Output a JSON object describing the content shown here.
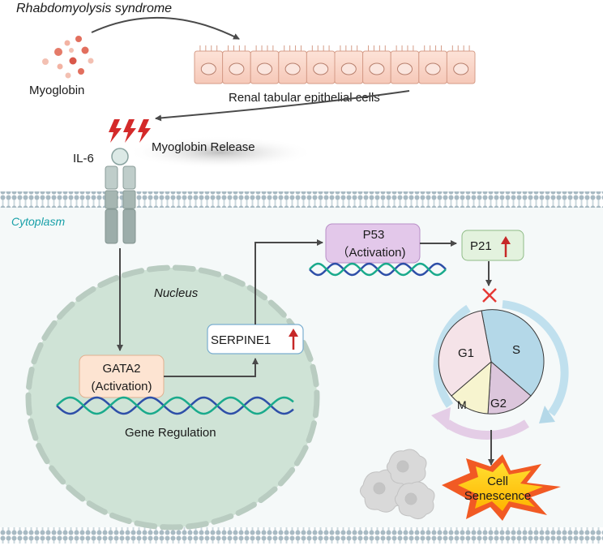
{
  "title": "Rhabdomyolysis syndrome",
  "labels": {
    "myoglobin": "Myoglobin",
    "renal_cells": "Renal tabular epithelial cells",
    "il6": "IL-6",
    "myoglobin_release": "Myoglobin Release",
    "cytoplasm": "Cytoplasm",
    "nucleus": "Nucleus",
    "gata2_line1": "GATA2",
    "gata2_line2": "(Activation)",
    "serpine1": "SERPINE1",
    "p53_line1": "P53",
    "p53_line2": "（Activation)",
    "p21": "P21",
    "gene_regulation": "Gene Regulation",
    "cell_senescence_line1": "Cell",
    "cell_senescence_line2": "Senescence"
  },
  "cell_cycle": {
    "phases": [
      "G1",
      "S",
      "G2",
      "M"
    ]
  },
  "colors": {
    "cytoplasm_text": "#17a0a8",
    "nucleus_fill": "#cfe3d6",
    "gata2_box": "#fde4d2",
    "p53_box": "#e3c8ea",
    "p21_box": "#e3f2de",
    "up_arrow": "#c62828",
    "g1": "#f5e3e8",
    "s": "#b4d8e8",
    "g2": "#dcc6dc",
    "m": "#f7f4cf",
    "senescence_outer": "#f15a24",
    "senescence_inner": "#ffd12a"
  }
}
